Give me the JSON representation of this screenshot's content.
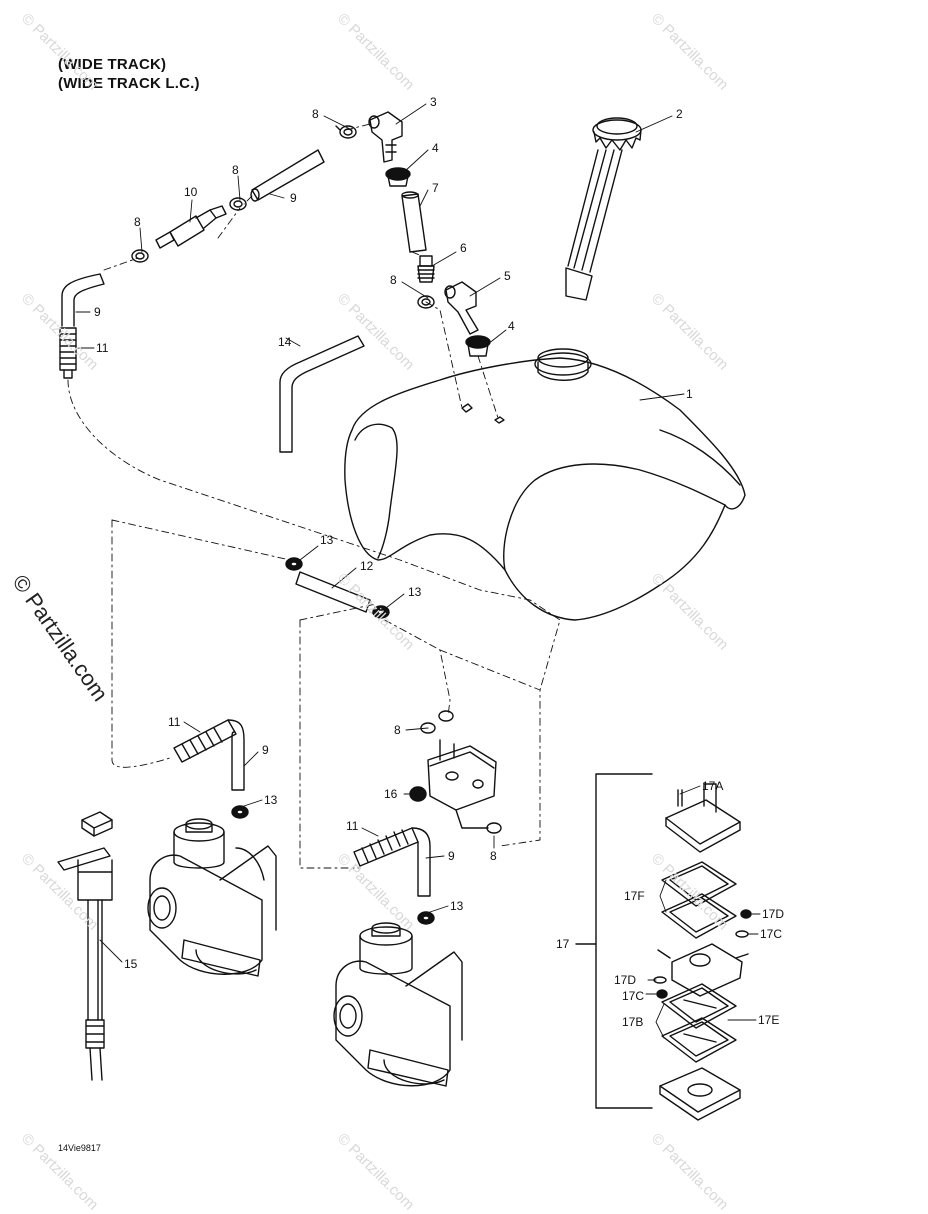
{
  "header": {
    "line1": "(WIDE TRACK)",
    "line2": "(WIDE TRACK L.C.)"
  },
  "figure_code": "14Vie9817",
  "watermark": "© Partzilla.com",
  "callouts": {
    "c1": "1",
    "c2": "2",
    "c3": "3",
    "c4a": "4",
    "c4b": "4",
    "c5": "5",
    "c6": "6",
    "c7": "7",
    "c8a": "8",
    "c8b": "8",
    "c8c": "8",
    "c8d": "8",
    "c8e": "8",
    "c8f": "8",
    "c9a": "9",
    "c9b": "9",
    "c9c": "9",
    "c9d": "9",
    "c10": "10",
    "c11a": "11",
    "c11b": "11",
    "c11c": "11",
    "c12": "12",
    "c13a": "13",
    "c13b": "13",
    "c13c": "13",
    "c13d": "13",
    "c14": "14",
    "c15": "15",
    "c16": "16",
    "c17": "17",
    "c17A": "17A",
    "c17B": "17B",
    "c17C1": "17C",
    "c17C2": "17C",
    "c17D1": "17D",
    "c17D2": "17D",
    "c17E": "17E",
    "c17F": "17F"
  },
  "colors": {
    "ink": "#111111",
    "watermark": "#d8d8d8"
  }
}
